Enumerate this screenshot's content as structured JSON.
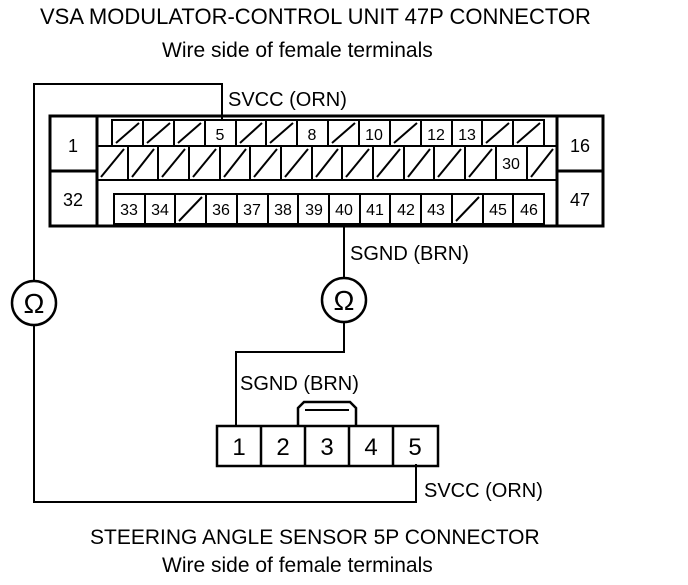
{
  "header": {
    "title": "VSA MODULATOR-CONTROL UNIT 47P CONNECTOR",
    "subtitle": "Wire side of female terminals"
  },
  "connector47": {
    "cell_1": "1",
    "cell_16": "16",
    "cell_32": "32",
    "cell_47": "47",
    "row1": {
      "t5": "5",
      "t8": "8",
      "t10": "10",
      "t12": "12",
      "t13": "13"
    },
    "row2": {
      "t30": "30"
    },
    "row3": {
      "t33": "33",
      "t34": "34",
      "t36": "36",
      "t37": "37",
      "t38": "38",
      "t39": "39",
      "t40": "40",
      "t41": "41",
      "t42": "42",
      "t43": "43",
      "t45": "45",
      "t46": "46"
    }
  },
  "wires": {
    "svcc_top": "SVCC (ORN)",
    "sgnd_top": "SGND (BRN)",
    "sgnd_bottom": "SGND (BRN)",
    "svcc_bottom": "SVCC (ORN)"
  },
  "meters": {
    "symbol": "Ω"
  },
  "connector5": {
    "t1": "1",
    "t2": "2",
    "t3": "3",
    "t4": "4",
    "t5": "5"
  },
  "footer": {
    "title": "STEERING ANGLE SENSOR 5P CONNECTOR",
    "subtitle": "Wire side of female terminals"
  }
}
